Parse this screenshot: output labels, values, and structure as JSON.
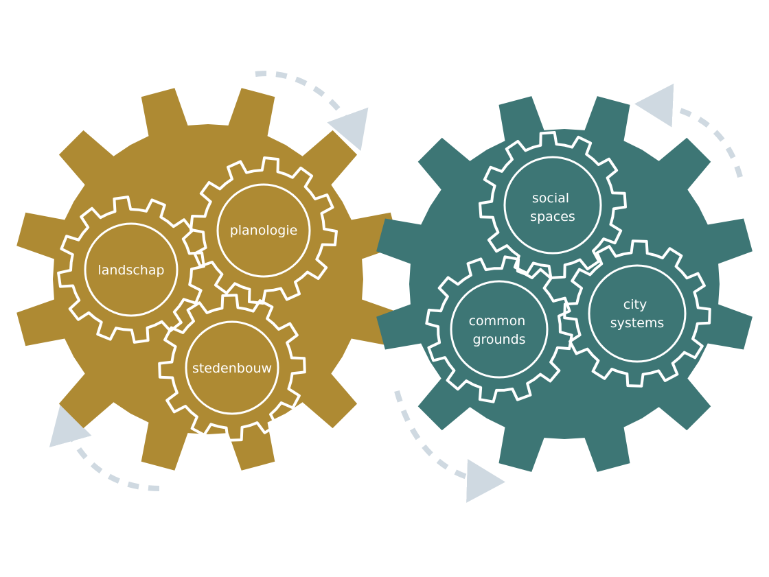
{
  "colors": {
    "gold": "#ae8a33",
    "teal": "#3d7675",
    "arrow": "#cfd9e1",
    "outline": "#ffffff"
  },
  "gear_groups": [
    {
      "color_key": "gold",
      "labels": [
        {
          "lines": [
            "landschap"
          ]
        },
        {
          "lines": [
            "planologie"
          ]
        },
        {
          "lines": [
            "stedenbouw"
          ]
        }
      ]
    },
    {
      "color_key": "teal",
      "labels": [
        {
          "lines": [
            "social",
            "spaces"
          ]
        },
        {
          "lines": [
            "common",
            "grounds"
          ]
        },
        {
          "lines": [
            "city",
            "systems"
          ]
        }
      ]
    }
  ]
}
